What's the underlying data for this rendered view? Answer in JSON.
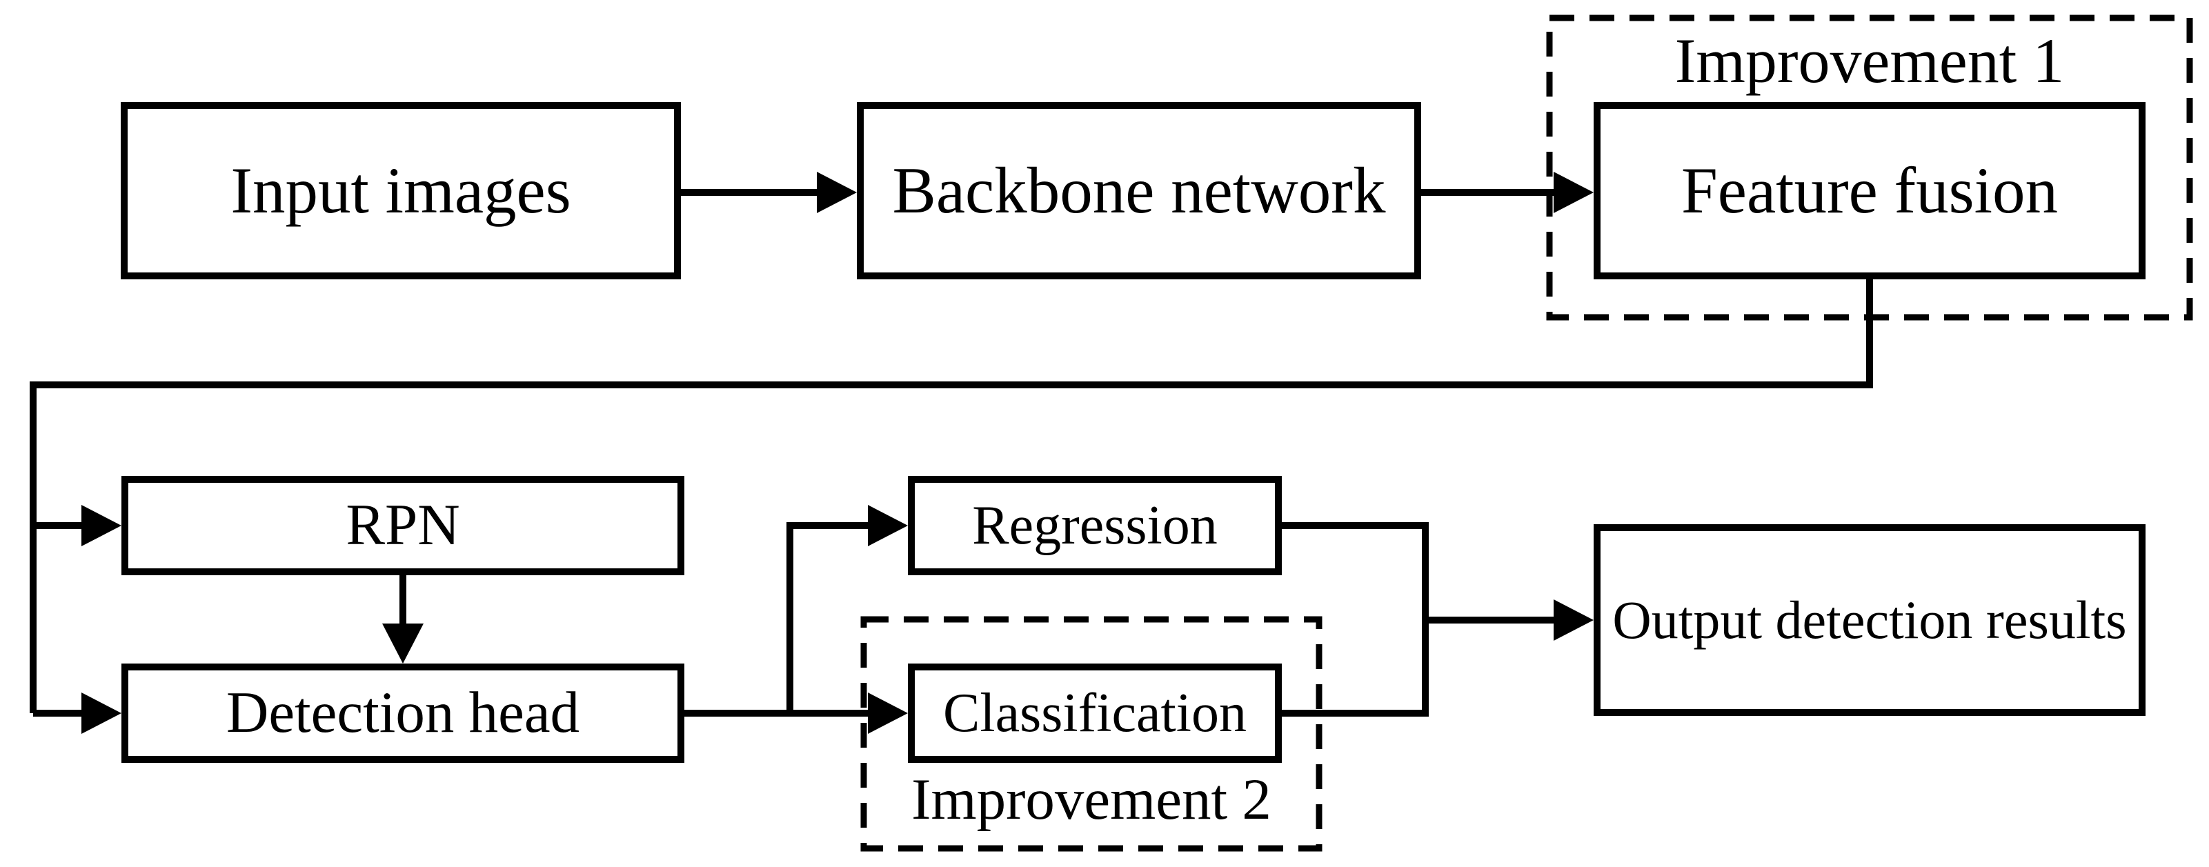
{
  "figure": {
    "background": "#ffffff",
    "stroke_color": "#000000",
    "nodes": {
      "input_images": {
        "label": "Input images"
      },
      "backbone_network": {
        "label": "Backbone network"
      },
      "feature_fusion": {
        "label": "Feature fusion"
      },
      "improvement_1": {
        "label": "Improvement 1"
      },
      "rpn": {
        "label": "RPN"
      },
      "detection_head": {
        "label": "Detection head"
      },
      "regression": {
        "label": "Regression"
      },
      "classification": {
        "label": "Classification"
      },
      "improvement_2": {
        "label": "Improvement 2"
      },
      "output_detection_results": {
        "label": "Output detection results"
      }
    },
    "edges": [
      {
        "from": "Input images",
        "to": "Backbone network",
        "type": "arrow"
      },
      {
        "from": "Backbone network",
        "to": "Feature fusion",
        "type": "arrow"
      },
      {
        "from": "Feature fusion",
        "to": "RPN",
        "type": "arrow"
      },
      {
        "from": "Feature fusion",
        "to": "Detection head",
        "type": "arrow"
      },
      {
        "from": "RPN",
        "to": "Detection head",
        "type": "arrow"
      },
      {
        "from": "Detection head",
        "to": "Regression",
        "type": "arrow"
      },
      {
        "from": "Detection head",
        "to": "Classification",
        "type": "arrow"
      },
      {
        "from": "Regression",
        "to": "Output detection results",
        "type": "arrow"
      },
      {
        "from": "Classification",
        "to": "Output detection results",
        "type": "arrow"
      }
    ],
    "containers": [
      {
        "label": "Improvement 1",
        "contains": "Feature fusion"
      },
      {
        "label": "Improvement 2",
        "contains": "Classification"
      }
    ]
  }
}
